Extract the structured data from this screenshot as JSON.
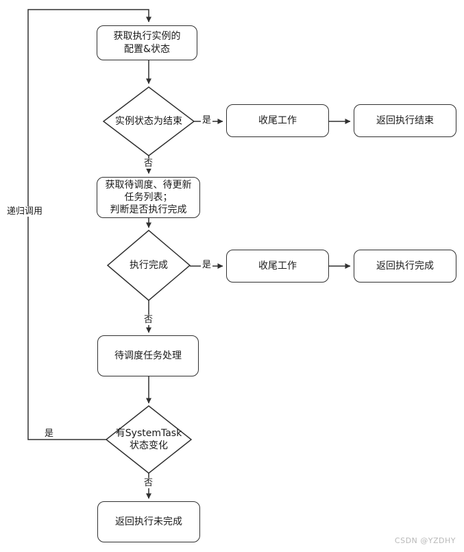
{
  "diagram": {
    "title": "workflow-execution-flowchart",
    "nodes": {
      "get_config": {
        "label": "获取执行实例的\n配置&状态"
      },
      "instance_finished": {
        "label": "实例状态为结束"
      },
      "wrapup1": {
        "label": "收尾工作"
      },
      "return_end": {
        "label": "返回执行结束"
      },
      "get_tasks": {
        "label": "获取待调度、待更新\n任务列表；\n判断是否执行完成"
      },
      "exec_complete": {
        "label": "执行完成"
      },
      "wrapup2": {
        "label": "收尾工作"
      },
      "return_complete": {
        "label": "返回执行完成"
      },
      "pending_tasks": {
        "label": "待调度任务处理"
      },
      "systemtask_change": {
        "label": "有SystemTask\n状态变化"
      },
      "return_incomplete": {
        "label": "返回执行未完成"
      }
    },
    "edge_labels": {
      "yes1": "是",
      "no1": "否",
      "yes2": "是",
      "no2": "否",
      "yes3": "是",
      "no3": "否",
      "recursive": "递归调用"
    },
    "colors": {
      "stroke": "#303030",
      "node_fill": "#ffffff",
      "text": "#1a1a1a",
      "watermark": "#b8b8b8"
    }
  },
  "watermark": "CSDN @YZDHY"
}
